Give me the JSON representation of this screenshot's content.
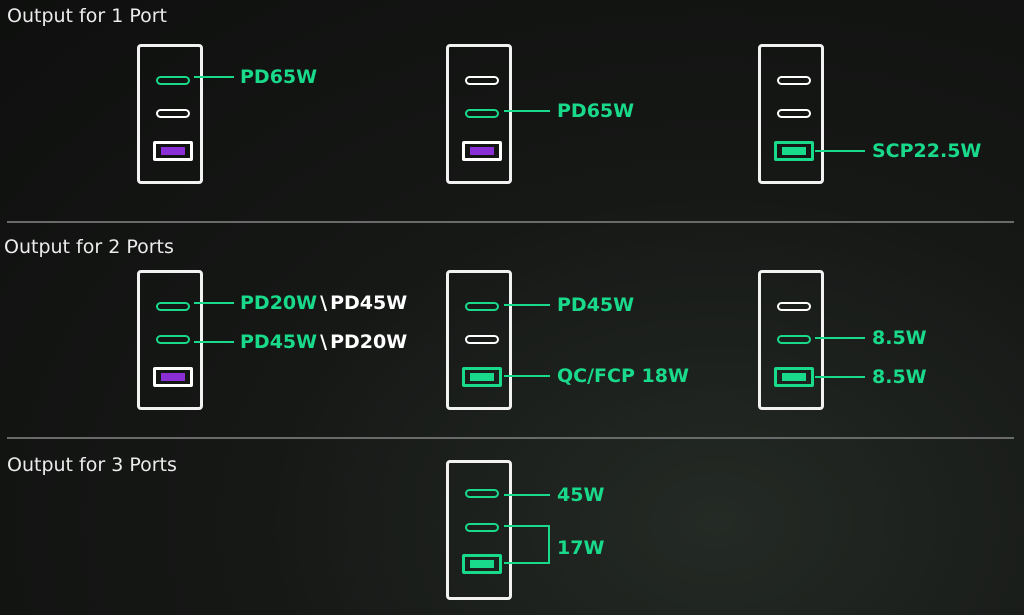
{
  "sections": [
    {
      "title": "Output for 1 Port"
    },
    {
      "title": "Output for 2 Ports"
    },
    {
      "title": "Output for 3 Ports"
    }
  ],
  "labels": {
    "s1_c1_port1": "PD65W",
    "s1_c2_port2": "PD65W",
    "s1_c3_port3": "SCP22.5W",
    "s2_c1_port1_a": "PD20W",
    "s2_c1_port1_sep": "\\",
    "s2_c1_port1_b": "PD45W",
    "s2_c1_port2_a": "PD45W",
    "s2_c1_port2_sep": "\\",
    "s2_c1_port2_b": "PD20W",
    "s2_c2_port1": "PD45W",
    "s2_c2_port3": "QC/FCP 18W",
    "s2_c3_port2": "8.5W",
    "s2_c3_port3": "8.5W",
    "s3_c2_port1": "45W",
    "s3_c2_port23": "17W"
  },
  "colors": {
    "active": "#19d98a",
    "usb_a_inactive_fill": "#8a2fd6",
    "outline": "#ffffff"
  },
  "icons": {
    "usb_c_port": "usb-c-port-icon",
    "usb_a_port": "usb-a-port-icon",
    "charger": "charger-icon"
  }
}
